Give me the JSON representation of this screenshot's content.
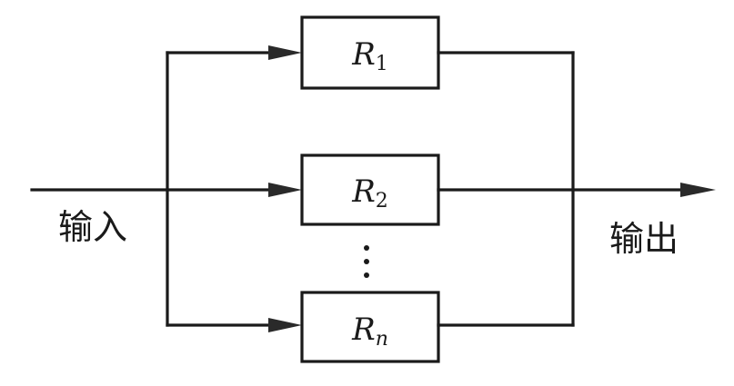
{
  "diagram": {
    "type": "parallel-system-block-diagram",
    "input_label": "输入",
    "output_label": "输出",
    "components": [
      {
        "symbol": "R",
        "subscript": "1",
        "subscript_italic": false
      },
      {
        "symbol": "R",
        "subscript": "2",
        "subscript_italic": false
      },
      {
        "symbol": "R",
        "subscript": "n",
        "subscript_italic": true
      }
    ],
    "ellipsis": "⋮",
    "colors": {
      "line": "#1a1a1a",
      "arrow": "#2a2a2a",
      "background": "#ffffff"
    }
  }
}
